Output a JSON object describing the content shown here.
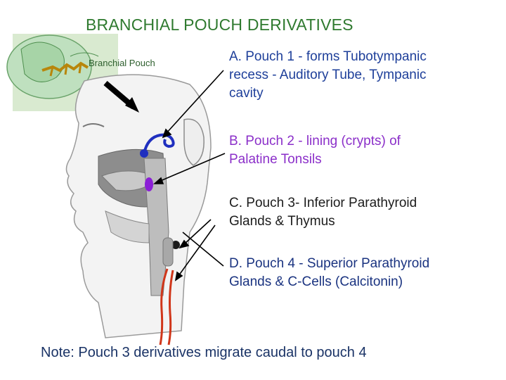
{
  "title": "BRANCHIAL POUCH DERIVATIVES",
  "inset_label": "Branchial Pouch",
  "items": [
    {
      "lines": [
        "A. Pouch 1 - forms Tubotympanic",
        "recess - Auditory Tube, Tympanic",
        "cavity"
      ]
    },
    {
      "lines": [
        "B. Pouch 2 - lining (crypts) of",
        "Palatine Tonsils"
      ]
    },
    {
      "lines": [
        "C. Pouch 3- Inferior Parathyroid",
        "Glands & Thymus"
      ]
    },
    {
      "lines": [
        "D. Pouch 4 - Superior Parathyroid",
        "Glands & C-Cells (Calcitonin)"
      ]
    }
  ],
  "note": "Note: Pouch 3 derivatives migrate caudal to pouch 4",
  "colors": {
    "title": "#2f7a2f",
    "item_a": "#1e3f9a",
    "item_b": "#8b2fc9",
    "item_c": "#1c1c1c",
    "item_d": "#1a3380",
    "note": "#1a3366",
    "pouch_1": "#1f2fbf",
    "pouch_2": "#8b1fd6",
    "pouch_3": "#2f8f2f",
    "pouch_4": "#d0361a"
  }
}
